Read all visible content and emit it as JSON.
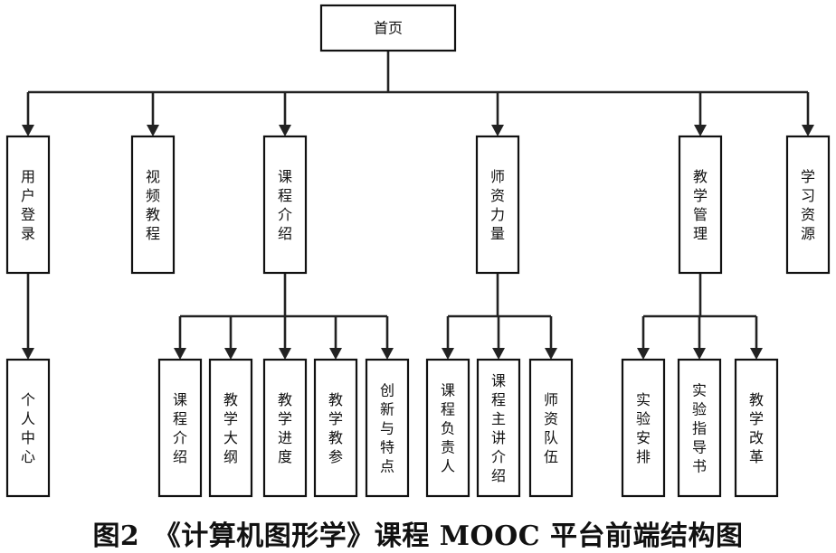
{
  "root": {
    "label": "首页"
  },
  "level1": [
    {
      "id": "user-login",
      "label": "用户登录"
    },
    {
      "id": "video-tutorial",
      "label": "视频教程"
    },
    {
      "id": "course-intro",
      "label": "课程介绍"
    },
    {
      "id": "faculty",
      "label": "师资力量"
    },
    {
      "id": "teaching-management",
      "label": "教学管理"
    },
    {
      "id": "learning-resources",
      "label": "学习资源"
    }
  ],
  "level2": [
    {
      "parent": "user-login",
      "label": "个人中心"
    },
    {
      "parent": "course-intro",
      "label": "课程介绍"
    },
    {
      "parent": "course-intro",
      "label": "教学大纲"
    },
    {
      "parent": "course-intro",
      "label": "教学进度"
    },
    {
      "parent": "course-intro",
      "label": "教学教参"
    },
    {
      "parent": "course-intro",
      "label": "创新与特点"
    },
    {
      "parent": "faculty",
      "label": "课程负责人"
    },
    {
      "parent": "faculty",
      "label": "课程主讲介绍"
    },
    {
      "parent": "faculty",
      "label": "师资队伍"
    },
    {
      "parent": "teaching-management",
      "label": "实验安排"
    },
    {
      "parent": "teaching-management",
      "label": "实验指导书"
    },
    {
      "parent": "teaching-management",
      "label": "教学改革"
    }
  ],
  "caption": "图2　《计算机图形学》课程 MOOC 平台前端结构图"
}
